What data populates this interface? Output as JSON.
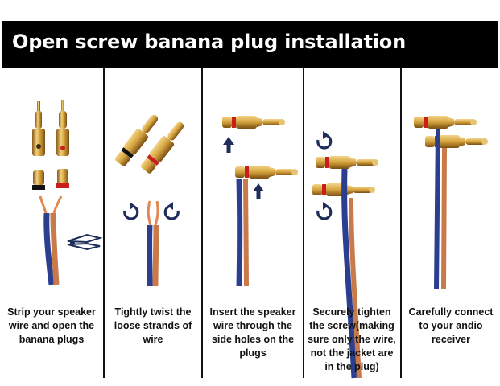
{
  "header": {
    "title": "Open screw banana plug installation"
  },
  "steps": [
    {
      "caption": "Strip your speaker wire and open the banana plugs"
    },
    {
      "caption": "Tightly twist the loose strands of wire"
    },
    {
      "caption": "Insert the speaker wire through the side holes on the plugs"
    },
    {
      "caption": "Securely tighten the screw(making sure only the wire, not the jacket are in the plug)"
    },
    {
      "caption": "Carefully connect to your andio receiver"
    }
  ],
  "colors": {
    "header_bg": "#000000",
    "gold": "#d4a23c",
    "wire_blue": "#2c3f8f",
    "wire_copper": "#c87a4a",
    "arrow_navy": "#1f2d5a",
    "red_ring": "#c81e1e",
    "black_ring": "#111111"
  },
  "icons": [
    "rotate-ccw-icon",
    "rotate-cw-icon",
    "up-arrow-icon",
    "wire-stripper-icon"
  ]
}
